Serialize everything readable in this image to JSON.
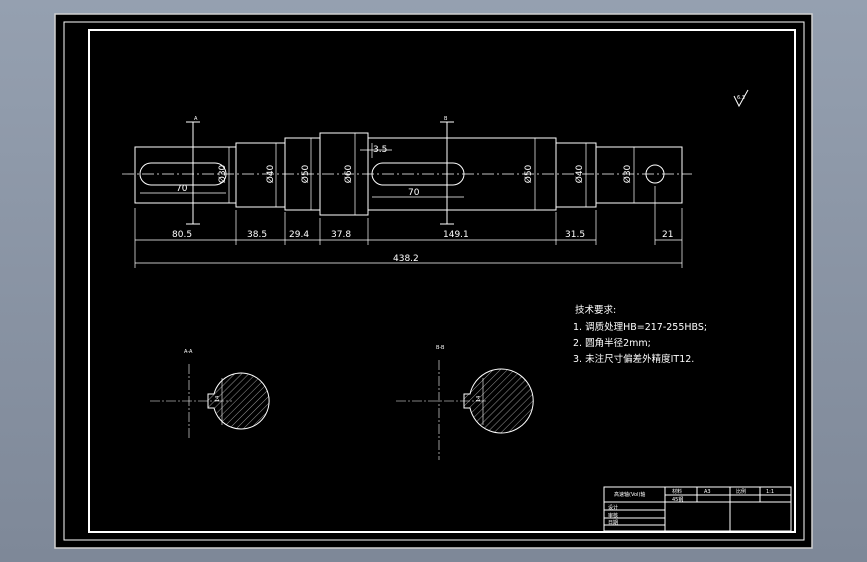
{
  "drawing": {
    "roughness_symbol": "6.3",
    "section_markers": {
      "a": "A",
      "b": "B"
    },
    "section_titles": {
      "a": "A-A",
      "b": "B-B"
    },
    "diameters": [
      "Ø30",
      "Ø40",
      "Ø50",
      "Ø60",
      "Ø50",
      "Ø40",
      "Ø30"
    ],
    "keyway_lengths": [
      "70",
      "70"
    ],
    "step_length": "3.5",
    "dimensions": [
      "80.5",
      "38.5",
      "29.4",
      "37.8",
      "149.1",
      "31.5",
      "21"
    ],
    "overall_length": "438.2",
    "section_a_width": "14",
    "section_b_width": "14"
  },
  "notes": {
    "title": "技术要求:",
    "items": [
      "1. 调质处理HB=217-255HBS;",
      "2. 圆角半径2mm;",
      "3. 未注尺寸偏差外精度IT12."
    ]
  },
  "title_block": {
    "name": "高速轴(Vol)轴",
    "labels": [
      "设计",
      "审核",
      "日期"
    ],
    "cells": [
      "材料",
      "45钢",
      "A3",
      "比例",
      "1:1"
    ]
  }
}
